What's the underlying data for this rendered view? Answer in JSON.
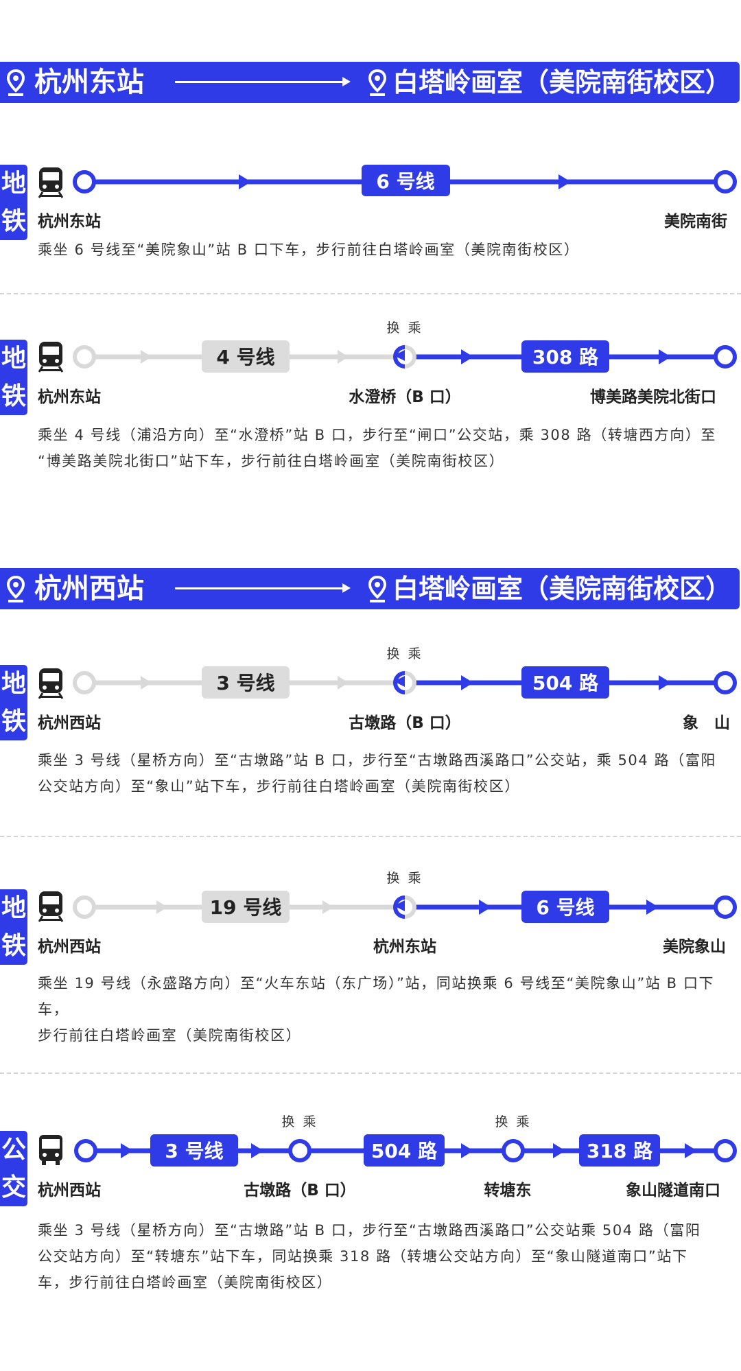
{
  "colors": {
    "accent": "#2f3be6",
    "inactive": "#d9d9d9",
    "inactive_label_bg": "#dcdcdc",
    "text": "#222222"
  },
  "icons": {
    "pin": "location-pin-icon",
    "metro": "train-icon",
    "bus": "bus-icon",
    "transfer": "transfer-arrow-icon"
  },
  "sections": [
    {
      "header": {
        "from": "杭州东站",
        "to": "白塔岭画室（美院南街校区）"
      },
      "routes": [
        {
          "type": "地铁",
          "stations": [
            "杭州东站",
            "美院南街"
          ],
          "lines": [
            "6 号线"
          ],
          "description": "乘坐 6 号线至“美院象山”站 B 口下车，步行前往白塔岭画室（美院南街校区）"
        },
        {
          "type": "地铁",
          "transfer_label": "换 乘",
          "stations": [
            "杭州东站",
            "水澄桥（B 口）",
            "博美路美院北街口"
          ],
          "lines": [
            "4 号线",
            "308 路"
          ],
          "description_lines": [
            "乘坐 4 号线（浦沿方向）至“水澄桥”站 B 口，步行至“闸口”公交站，乘 308 路（转塘西方向）至",
            "“博美路美院北街口”站下车，步行前往白塔岭画室（美院南街校区）"
          ]
        }
      ]
    },
    {
      "header": {
        "from": "杭州西站",
        "to": "白塔岭画室（美院南街校区）"
      },
      "routes": [
        {
          "type": "地铁",
          "transfer_label": "换 乘",
          "stations": [
            "杭州西站",
            "古墩路（B 口）",
            "象　山"
          ],
          "lines": [
            "3 号线",
            "504 路"
          ],
          "description_lines": [
            "乘坐 3 号线（星桥方向）至“古墩路”站 B 口，步行至“古墩路西溪路口”公交站，乘 504 路（富阳",
            "公交站方向）至“象山”站下车，步行前往白塔岭画室（美院南街校区）"
          ]
        },
        {
          "type": "地铁",
          "transfer_label": "换 乘",
          "stations": [
            "杭州西站",
            "杭州东站",
            "美院象山"
          ],
          "lines": [
            "19 号线",
            "6 号线"
          ],
          "description_lines": [
            "乘坐 19 号线（永盛路方向）至“火车东站（东广场）”站，同站换乘 6 号线至“美院象山”站 B 口下车，",
            "步行前往白塔岭画室（美院南街校区）"
          ]
        },
        {
          "type": "公交",
          "transfer_label": "换 乘",
          "stations": [
            "杭州西站",
            "古墩路（B 口）",
            "转塘东",
            "象山隧道南口"
          ],
          "lines": [
            "3 号线",
            "504 路",
            "318 路"
          ],
          "description_lines": [
            "乘坐 3 号线（星桥方向）至“古墩路”站 B 口，步行至“古墩路西溪路口”公交站乘 504 路（富阳",
            "公交站方向）至“转塘东”站下车，同站换乘 318 路（转塘公交站方向）至“象山隧道南口”站下",
            "车，步行前往白塔岭画室（美院南街校区）"
          ]
        }
      ]
    }
  ]
}
